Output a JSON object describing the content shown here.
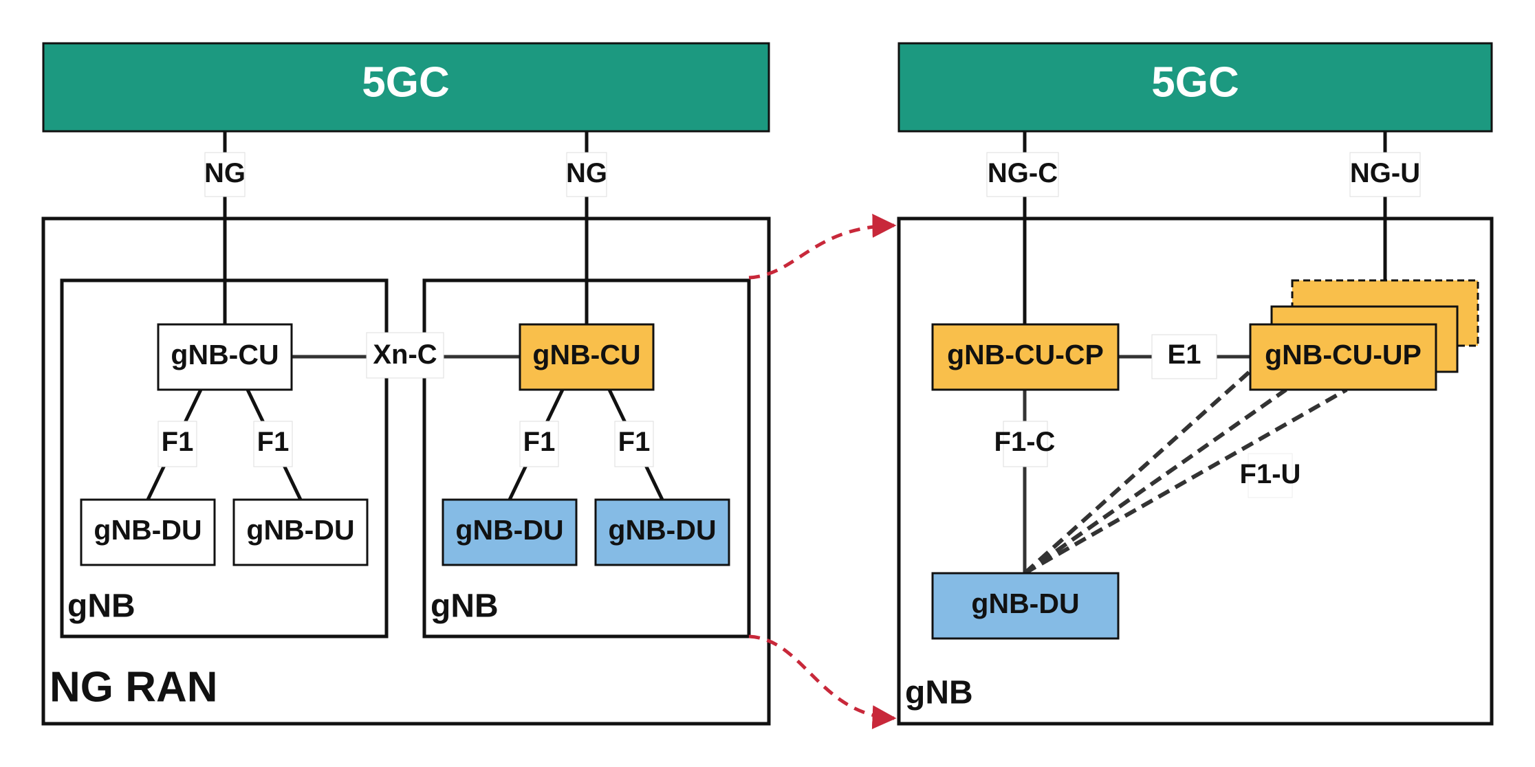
{
  "colors": {
    "core": "#1c9980",
    "cu_active": "#f9bf4b",
    "du_active": "#85bbe5",
    "plain": "#ffffff",
    "arrow": "#c8283a",
    "line": "#111111",
    "dashed_line": "#333333"
  },
  "left": {
    "core_label": "5GC",
    "ran_label": "NG RAN",
    "gnb1": {
      "label": "gNB",
      "ng_label": "NG",
      "cu_label": "gNB-CU",
      "f1_left": "F1",
      "f1_right": "F1",
      "du1_label": "gNB-DU",
      "du2_label": "gNB-DU"
    },
    "xn_label": "Xn-C",
    "gnb2": {
      "label": "gNB",
      "ng_label": "NG",
      "cu_label": "gNB-CU",
      "f1_left": "F1",
      "f1_right": "F1",
      "du1_label": "gNB-DU",
      "du2_label": "gNB-DU"
    }
  },
  "right": {
    "core_label": "5GC",
    "gnb_label": "gNB",
    "ngc_label": "NG-C",
    "ngu_label": "NG-U",
    "cucp_label": "gNB-CU-CP",
    "e1_label": "E1",
    "cuup_label": "gNB-CU-UP",
    "f1c_label": "F1-C",
    "f1u_label": "F1-U",
    "du_label": "gNB-DU"
  }
}
